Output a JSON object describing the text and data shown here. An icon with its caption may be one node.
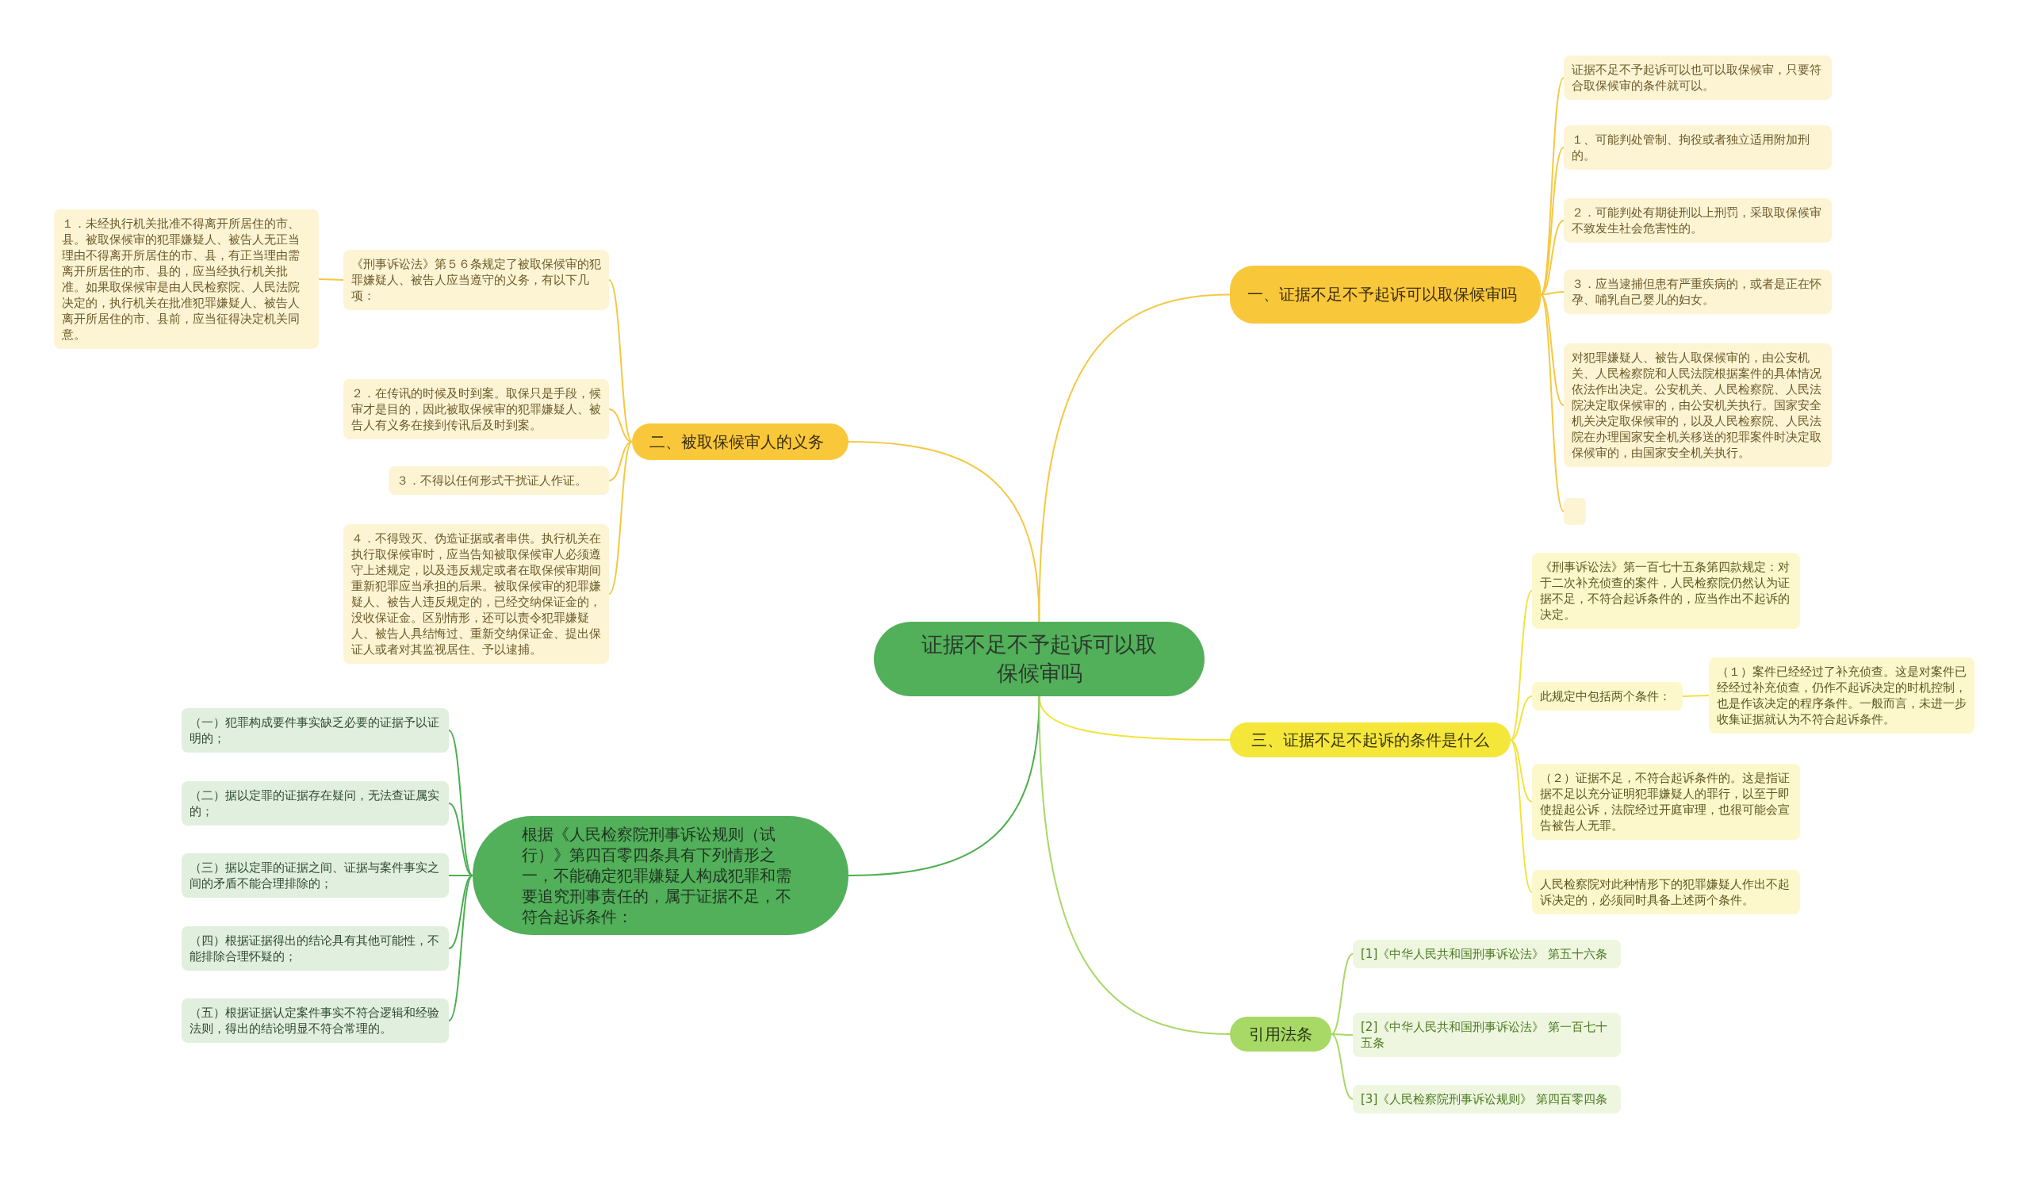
{
  "diagram": {
    "nodes": [
      {
        "text": [
          "证据不足不予起诉可以取保候审吗"
        ]
      },
      {
        "text": [
          "一、证据不足不予起诉可以取保候审吗"
        ]
      },
      {
        "text": [
          "证据不足不予起诉可以也可以取保候审，只要符合取保候审的条件就可以。"
        ]
      },
      {
        "text": [
          "１、可能判处管制、拘役或者独立适用附加刑的。"
        ]
      },
      {
        "text": [
          "２．可能判处有期徒刑以上刑罚，采取取保候审不致发生社会危害性的。"
        ]
      },
      {
        "text": [
          "３．应当逮捕但患有严重疾病的，或者是正在怀孕、哺乳自己婴儿的妇女。"
        ]
      },
      {
        "text": [
          "对犯罪嫌疑人、被告人取保候审的，由公安机关、人民检察院和人民法院根据案件的具体情况依法作出决定。公安机关、人民检察院、人民法院决定取保候审的，由公安机关执行。国家安全机关决定取保候审的，以及人民检察院、人民法院在办理国家安全机关移送的犯罪案件时决定取保候审的，由国家安全机关执行。"
        ]
      },
      {
        "text": [],
        "shape": "box"
      },
      {
        "text": [
          "二、被取保候审人的义务"
        ]
      },
      {
        "text": [
          "《刑事诉讼法》第５６条规定了被取保候审的犯罪嫌疑人、被告人应当遵守的义务，有以下几项："
        ]
      },
      {
        "text": [
          "１．未经执行机关批准不得离开所居住的市、县。被取保候审的犯罪嫌疑人、被告人无正当理由不得离开所居住的市、县，有正当理由需离开所居住的市、县的，应当经执行机关批准。如果取保候审是由人民检察院、人民法院决定的，执行机关在批准犯罪嫌疑人、被告人离开所居住的市、县前，应当征得决定机关同意。"
        ]
      },
      {
        "text": [
          "２．在传讯的时候及时到案。取保只是手段，候审才是目的，因此被取保候审的犯罪嫌疑人、被告人有义务在接到传讯后及时到案。"
        ]
      },
      {
        "text": [
          "３．不得以任何形式干扰证人作证。"
        ]
      },
      {
        "text": [
          "４．不得毁灭、伪造证据或者串供。执行机关在执行取保候审时，应当告知被取保候审人必须遵守上述规定，以及违反规定或者在取保候审期间重新犯罪应当承担的后果。被取保候审的犯罪嫌疑人、被告人违反规定的，已经交纳保证金的，没收保证金。区别情形，还可以责令犯罪嫌疑人、被告人具结悔过、重新交纳保证金、提出保证人或者对其监视居住、予以逮捕。"
        ]
      },
      {
        "text": [
          "三、证据不足不起诉的条件是什么"
        ]
      },
      {
        "text": [
          "《刑事诉讼法》第一百七十五条第四款规定：对于二次补充侦查的案件，人民检察院仍然认为证据不足，不符合起诉条件的，应当作出不起诉的决定。"
        ]
      },
      {
        "text": [
          "此规定中包括两个条件："
        ]
      },
      {
        "text": [
          "（１）案件已经经过了补充侦查。这是对案件已经经过补充侦查，仍作不起诉决定的时机控制，也是作该决定的程序条件。一般而言，未进一步收集证据就认为不符合起诉条件。"
        ]
      },
      {
        "text": [
          "（２）证据不足，不符合起诉条件的。这是指证据不足以充分证明犯罪嫌疑人的罪行，以至于即使提起公诉，法院经过开庭审理，也很可能会宣告被告人无罪。"
        ]
      },
      {
        "text": [
          "人民检察院对此种情形下的犯罪嫌疑人作出不起诉决定的，必须同时具备上述两个条件。"
        ]
      },
      {
        "text": [
          "根据《人民检察院刑事诉讼规则（试行）》第四百零四条具有下列情形之一，不能确定犯罪嫌疑人构成犯罪和需要追究刑事责任的，属于证据不足，不符合起诉条件："
        ]
      },
      {
        "text": [
          "（一）犯罪构成要件事实缺乏必要的证据予以证明的；"
        ]
      },
      {
        "text": [
          "（二）据以定罪的证据存在疑问，无法查证属实的；"
        ]
      },
      {
        "text": [
          "（三）据以定罪的证据之间、证据与案件事实之间的矛盾不能合理排除的；"
        ]
      },
      {
        "text": [
          "（四）根据证据得出的结论具有其他可能性，不能排除合理怀疑的；"
        ]
      },
      {
        "text": [
          "（五）根据证据认定案件事实不符合逻辑和经验法则，得出的结论明显不符合常理的。"
        ]
      },
      {
        "text": [
          "引用法条"
        ]
      },
      {
        "text": [
          "[1]《中华人民共和国刑事诉讼法》 第五十六条"
        ]
      },
      {
        "text": [
          "[2]《中华人民共和国刑事诉讼法》 第一百七十五条"
        ]
      },
      {
        "text": [
          "[3]《人民检察院刑事诉讼规则》 第四百零四条"
        ]
      }
    ],
    "edges": [
      {
        "from": 0,
        "to": 1,
        "arrow": "none"
      },
      {
        "from": 1,
        "to": 2,
        "arrow": "none"
      },
      {
        "from": 1,
        "to": 3,
        "arrow": "none"
      },
      {
        "from": 1,
        "to": 4,
        "arrow": "none"
      },
      {
        "from": 1,
        "to": 5,
        "arrow": "none"
      },
      {
        "from": 1,
        "to": 6,
        "arrow": "none"
      },
      {
        "from": 1,
        "to": 7,
        "arrow": "none"
      },
      {
        "from": 0,
        "to": 8,
        "arrow": "none"
      },
      {
        "from": 8,
        "to": 9,
        "arrow": "none"
      },
      {
        "from": 9,
        "to": 10,
        "arrow": "none"
      },
      {
        "from": 8,
        "to": 11,
        "arrow": "none"
      },
      {
        "from": 8,
        "to": 12,
        "arrow": "none"
      },
      {
        "from": 8,
        "to": 13,
        "arrow": "none"
      },
      {
        "from": 0,
        "to": 14,
        "arrow": "none",
        "color": "#f2e33c"
      },
      {
        "from": 14,
        "to": 15,
        "arrow": "none",
        "color": "#f2e33c"
      },
      {
        "from": 14,
        "to": 16,
        "arrow": "none",
        "color": "#f2e33c"
      },
      {
        "from": 16,
        "to": 17,
        "arrow": "none",
        "color": "#f2e33c"
      },
      {
        "from": 14,
        "to": 18,
        "arrow": "none",
        "color": "#f2e33c"
      },
      {
        "from": 14,
        "to": 19,
        "arrow": "none",
        "color": "#f2e33c"
      },
      {
        "from": 0,
        "to": 20,
        "arrow": "none",
        "color": "#4caf50"
      },
      {
        "from": 20,
        "to": 21,
        "arrow": "none",
        "color": "#4caf50"
      },
      {
        "from": 20,
        "to": 22,
        "arrow": "none",
        "color": "#4caf50"
      },
      {
        "from": 20,
        "to": 23,
        "arrow": "none",
        "color": "#4caf50"
      },
      {
        "from": 20,
        "to": 24,
        "arrow": "none",
        "color": "#4caf50"
      },
      {
        "from": 20,
        "to": 25,
        "arrow": "none",
        "color": "#4caf50"
      },
      {
        "from": 0,
        "to": 26,
        "arrow": "none",
        "color": "#a8d865"
      },
      {
        "from": 26,
        "to": 27,
        "arrow": "none",
        "color": "#a8d865"
      },
      {
        "from": 26,
        "to": 28,
        "arrow": "none",
        "color": "#a8d865"
      },
      {
        "from": 26,
        "to": 29,
        "arrow": "none",
        "color": "#a8d865"
      }
    ]
  }
}
